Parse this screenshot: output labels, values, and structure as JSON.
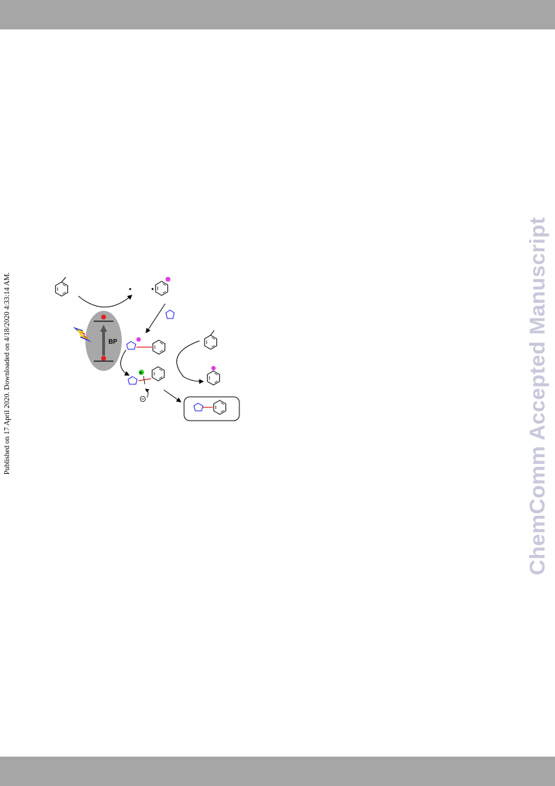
{
  "header_bar": {
    "color": "#a6a6a6"
  },
  "footer_bar": {
    "color": "#a6a6a6"
  },
  "side_note": "Published on 17 April 2020. Downloaded on 4/18/2020 4:33:14 AM.",
  "watermark": "ChemComm Accepted Manuscript",
  "scheme": {
    "catalyst_label": "BP",
    "catalyst_color": "#a8a8a8",
    "radical_color": "#e040e0",
    "cation_color": "#22cc22",
    "electron_color": "#e02020",
    "heterocycle_color": "#1a1aee",
    "bond_color": "#e02020"
  }
}
